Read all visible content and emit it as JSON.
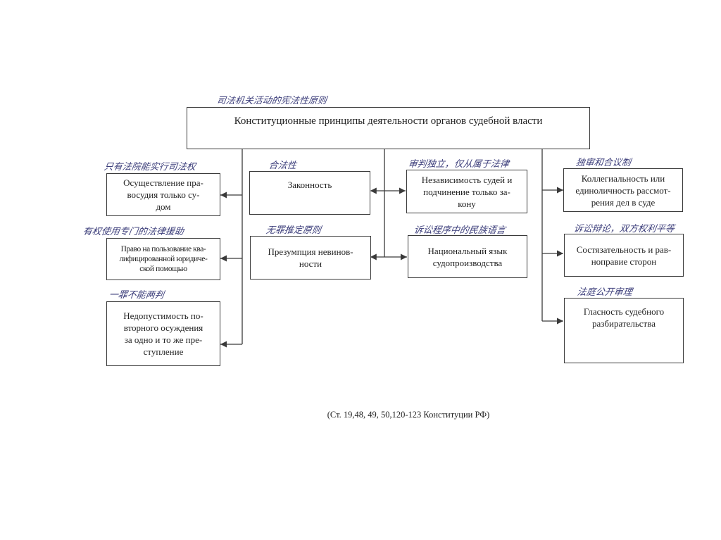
{
  "root": {
    "label": "Конституционные принципы деятельности органов судебной власти",
    "note": "司法机关活动的宪法性原则"
  },
  "left": [
    {
      "label": "Осуществление пра-\nвосудия только су-\nдом",
      "note": "只有法院能实行司法权"
    },
    {
      "label": "Право на пользование ква-\nлифицированной юридиче-\nской помощью",
      "note": "有权使用专门的法律援助"
    },
    {
      "label": "Недопустимость по-\nвторного осуждения\nза одно и то же пре-\nступление",
      "note": "一罪不能两判"
    }
  ],
  "center_left": [
    {
      "label": "Законность",
      "note": "合法性"
    },
    {
      "label": "Презумпция невинов-\nности",
      "note": "无罪推定原则"
    }
  ],
  "center_right": [
    {
      "label": "Независимость судей и\nподчинение только за-\nкону",
      "note": "审判独立，仅从属于法律"
    },
    {
      "label": "Национальный язык\nсудопроизводства",
      "note": "诉讼程序中的民族语言"
    }
  ],
  "right": [
    {
      "label": "Коллегиальность или\nединоличность рассмот-\nрения дел в суде",
      "note": "独审和合议制"
    },
    {
      "label": "Состязательность и рав-\nноправие сторон",
      "note": "诉讼辩论，双方权利平等"
    },
    {
      "label": "Гласность судебного\nразбирательства",
      "note": "法庭公开审理"
    }
  ],
  "footer": "(Ст. 19,48, 49, 50,120-123 Конституции РФ)",
  "colors": {
    "line": "#3a3a3a",
    "handwriting": "#3b3d7a"
  }
}
